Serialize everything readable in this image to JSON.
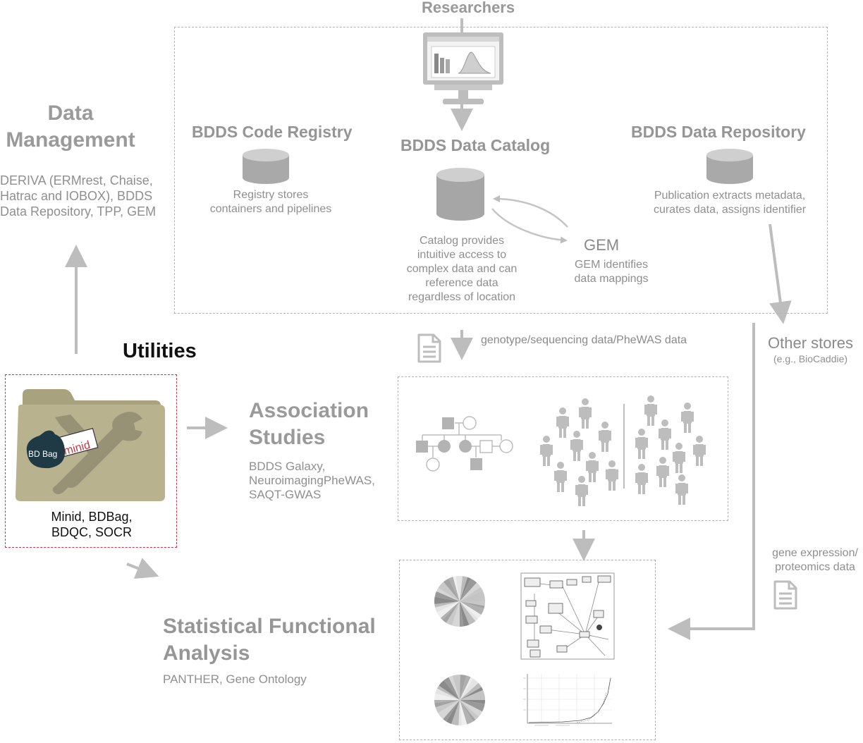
{
  "researchers": "Researchers",
  "data_management": {
    "title_line1": "Data",
    "title_line2": "Management",
    "tools": [
      "DERIVA (ERMrest, Chaise,",
      "Hatrac and IOBOX), BDDS",
      "Data Repository, TPP, GEM"
    ]
  },
  "code_registry": {
    "title": "BDDS Code Registry",
    "desc": [
      "Registry stores",
      "containers and pipelines"
    ]
  },
  "data_catalog": {
    "title": "BDDS Data Catalog",
    "desc": [
      "Catalog provides",
      "intuitive access to",
      "complex data and can",
      "reference data",
      "regardless of location"
    ]
  },
  "data_repository": {
    "title": "BDDS Data Repository",
    "desc": [
      "Publication extracts metadata,",
      "curates data, assigns identifier"
    ]
  },
  "gem": {
    "title": "GEM",
    "desc": [
      "GEM identifies",
      "data mappings"
    ]
  },
  "other_stores": {
    "title": "Other stores",
    "sub": "(e.g., BioCaddie)"
  },
  "genotype_label": "genotype/sequencing data/PheWAS data",
  "gene_expr_label": [
    "gene expression/",
    "proteomics data"
  ],
  "utilities": {
    "title": "Utilities",
    "tools": [
      "Minid, BDBag,",
      "BDQC, SOCR"
    ],
    "bag_label": "BD Bag",
    "tag_label": "minid"
  },
  "association": {
    "title_line1": "Association",
    "title_line2": "Studies",
    "tools": [
      "BDDS Galaxy,",
      "NeuroimagingPheWAS,",
      "SAQT-GWAS"
    ]
  },
  "statistical": {
    "title_line1": "Statistical Functional",
    "title_line2": "Analysis",
    "tools": "PANTHER, Gene Ontology"
  },
  "colors": {
    "gray": "#b8b8b8",
    "text": "#8f8f8f",
    "accent_red": "#c8353e",
    "folder": "#b7b08c",
    "bag": "#1f3a44"
  }
}
